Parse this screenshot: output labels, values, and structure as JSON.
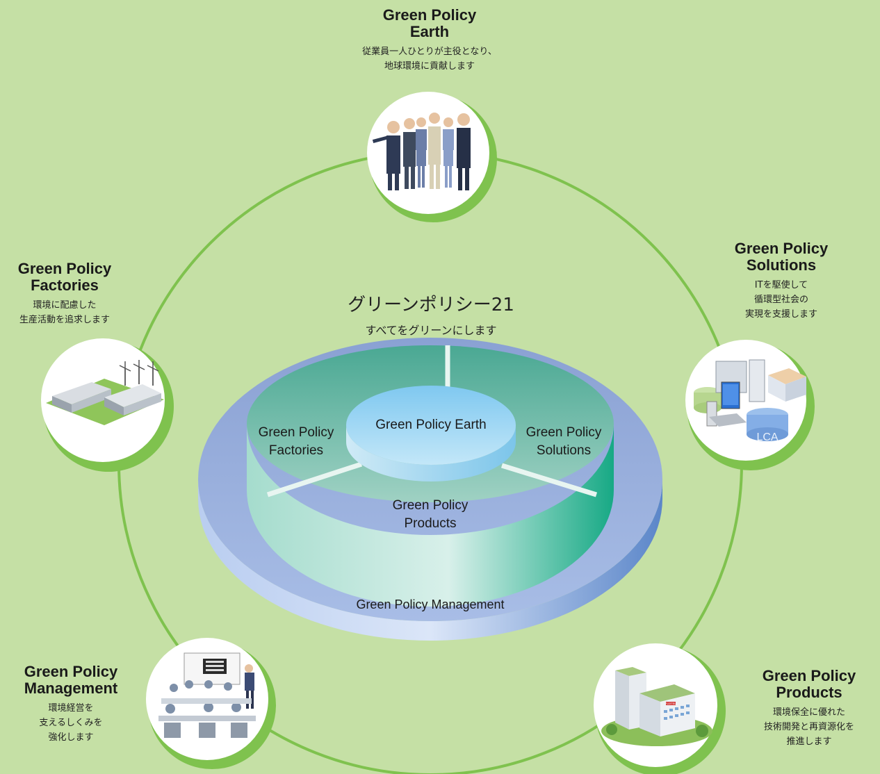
{
  "center": {
    "title": "グリーンポリシー21",
    "subtitle": "すべてをグリーンにします"
  },
  "disc": {
    "earth": "Green Policy Earth",
    "factories_l1": "Green Policy",
    "factories_l2": "Factories",
    "solutions_l1": "Green Policy",
    "solutions_l2": "Solutions",
    "products_l1": "Green Policy",
    "products_l2": "Products",
    "management": "Green Policy Management"
  },
  "nodes": {
    "earth": {
      "title1": "Green Policy",
      "title2": "Earth",
      "desc": [
        "従業員一人ひとりが主役となり、",
        "地球環境に貢献します"
      ]
    },
    "factories": {
      "title1": "Green Policy",
      "title2": "Factories",
      "desc": [
        "環境に配慮した",
        "生産活動を追求します"
      ]
    },
    "solutions": {
      "title1": "Green Policy",
      "title2": "Solutions",
      "desc": [
        "ITを駆使して",
        "循環型社会の",
        "実現を支援します"
      ]
    },
    "management": {
      "title1": "Green Policy",
      "title2": "Management",
      "desc": [
        "環境経営を",
        "支えるしくみを",
        "強化します"
      ]
    },
    "products": {
      "title1": "Green Policy",
      "title2": "Products",
      "desc": [
        "環境保全に優れた",
        "技術開発と再資源化を",
        "推進します"
      ]
    }
  },
  "illustrations": {
    "lca_label": "LCA",
    "building_sign": "FUJITSU"
  },
  "colors": {
    "background": "#c5e0a5",
    "ring": "#7fc24e",
    "teal": "#5fb5a0",
    "earth_disc": "#8fd0ee",
    "management_ring": "#8fa9d8"
  }
}
